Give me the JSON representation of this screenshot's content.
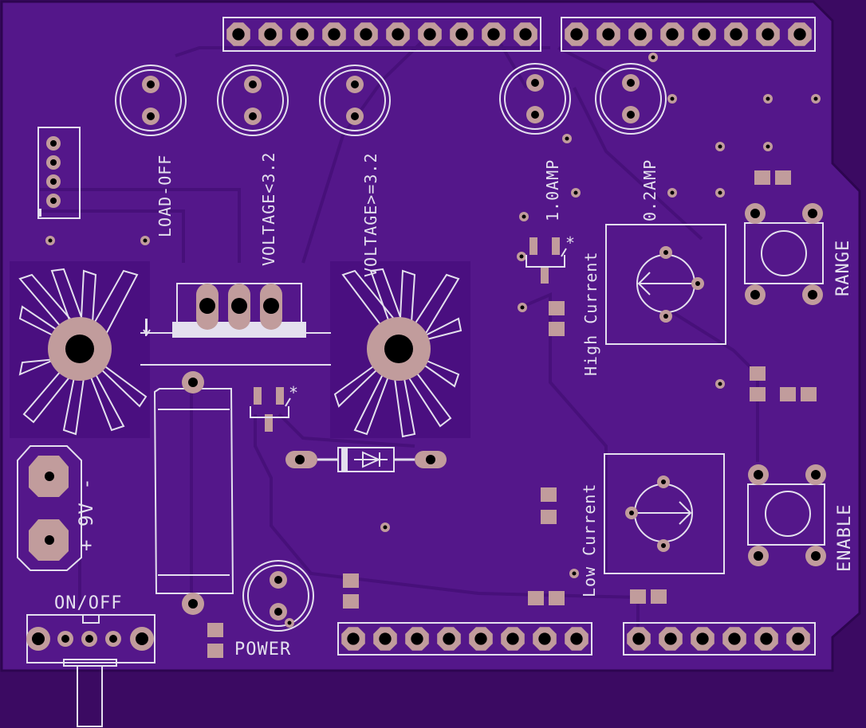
{
  "board": {
    "colors": {
      "background": "#3b0a62",
      "board_fill": "#54178a",
      "trace": "#47107a",
      "copper_pour": "#4a0f80",
      "pad": "#c19c9c",
      "silkscreen": "#e4e0ee"
    },
    "labels": {
      "load_off": "LOAD-OFF",
      "voltage_low": "VOLTAGE<3.2",
      "voltage_high": "VOLTAGE>=3.2",
      "amp_1": "1.0AMP",
      "amp_02": "0.2AMP",
      "high_current": "High Current",
      "low_current": "Low Current",
      "range": "RANGE",
      "enable": "ENABLE",
      "battery": "+ 9V -",
      "on_off": "ON/OFF",
      "power": "POWER"
    }
  }
}
